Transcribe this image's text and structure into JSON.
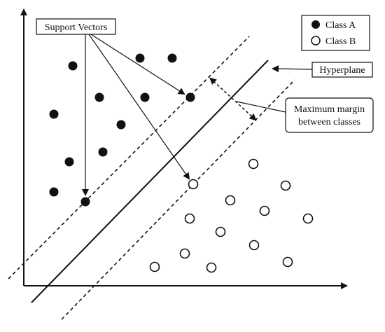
{
  "diagram": {
    "support_vectors_label": "Support Vectors",
    "hyperplane_label": "Hyperplane",
    "margin_label_line1": "Maximum margin",
    "margin_label_line2": "between classes",
    "legend": {
      "class_a": "Class A",
      "class_b": "Class B"
    },
    "colors": {
      "ink": "#111111",
      "background": "#ffffff"
    }
  }
}
